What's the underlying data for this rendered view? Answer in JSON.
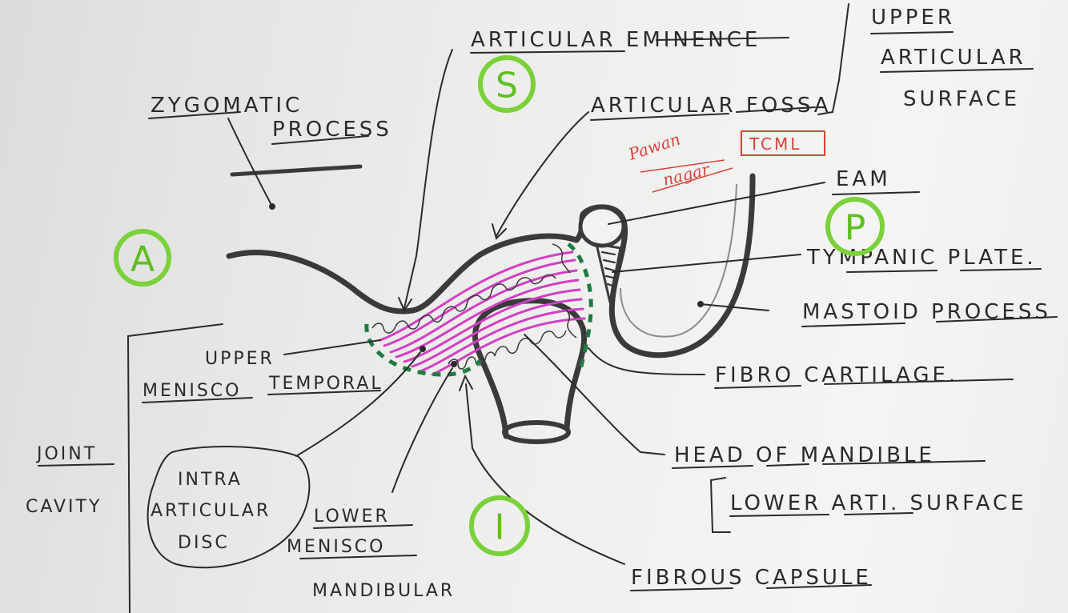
{
  "labels": {
    "articular_eminence": "ARTICULAR EMINENCE",
    "upper_articular_surface_1": "UPPER",
    "upper_articular_surface_2": "ARTICULAR",
    "upper_articular_surface_3": "SURFACE",
    "zygomatic_1": "ZYGOMATIC",
    "zygomatic_2": "PROCESS",
    "articular_fossa": "ARTICULAR FOSSA",
    "eam": "EAM",
    "tympanic_plate": "TYMPANIC PLATE.",
    "mastoid_process": "MASTOID PROCESS",
    "upper": "UPPER",
    "menisco": "MENISCO",
    "temporal": "TEMPORAL",
    "fibro_cartilage": "FIBRO CARTILAGE.",
    "joint": "JOINT",
    "cavity": "CAVITY",
    "intra": "INTRA",
    "articular": "ARTICULAR",
    "disc": "DISC",
    "lower": "LOWER",
    "menisco_lower": "MENISCO",
    "mandibular": "MANDIBULAR",
    "head_of_mandible": "HEAD OF MANDIBLE",
    "lower_arti_surface": "LOWER ARTI. SURFACE",
    "fibrous_capsule": "FIBROUS CAPSULE"
  },
  "markers": {
    "s": "S",
    "a": "A",
    "p": "P",
    "i": "I"
  },
  "signature": {
    "name_1": "Pawan",
    "name_2": "nagar",
    "box": "TCML"
  },
  "colors": {
    "ink": "#2a2a2a",
    "green_marker": "#7ad13a",
    "magenta_fibers": "#d23fc4",
    "green_dashes": "#1f7a45",
    "red_signature": "#d9433a"
  }
}
